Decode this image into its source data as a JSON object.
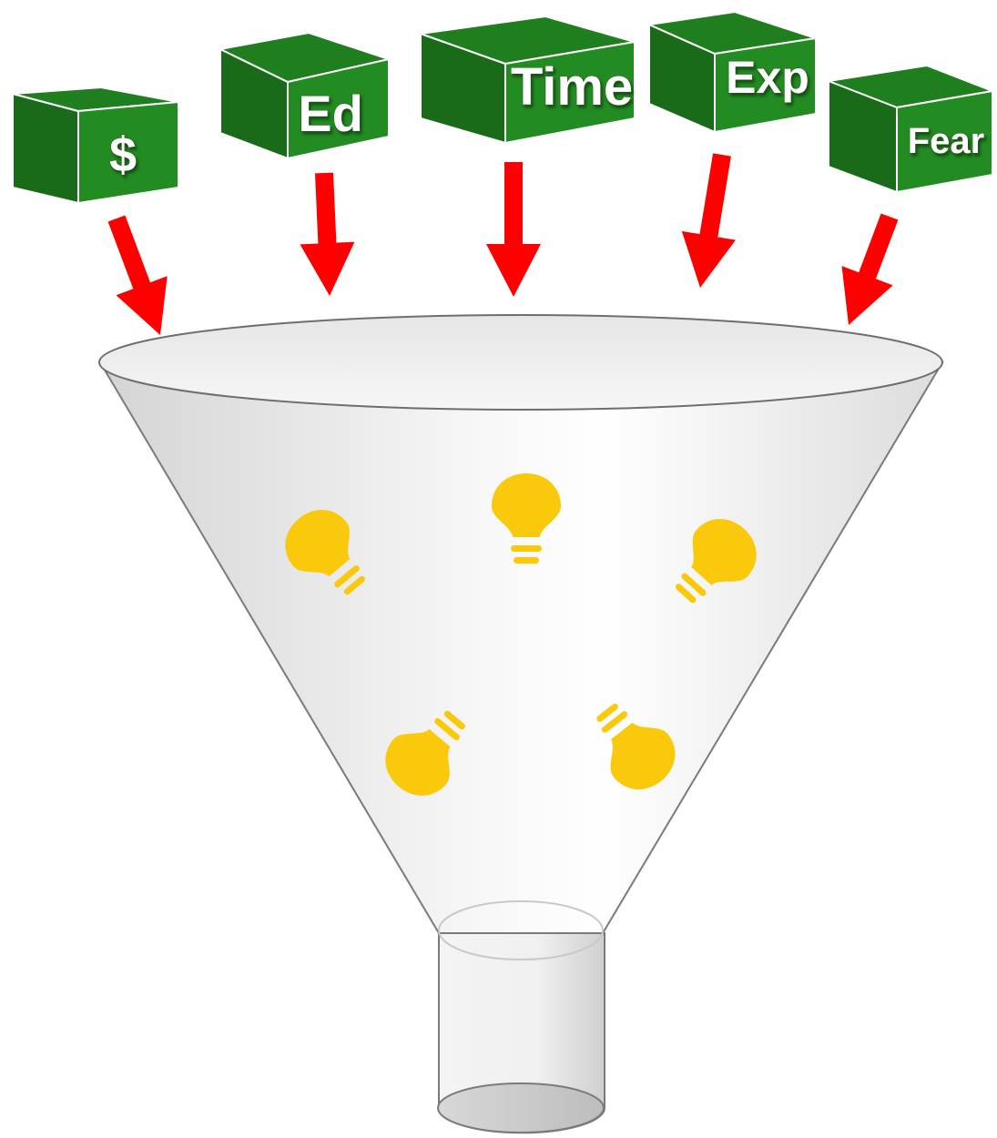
{
  "colors": {
    "box_front": "#228B22",
    "box_top": "#1f7f1f",
    "box_side": "#196b19",
    "box_edge": "#ffffff",
    "arrow": "#ff0000",
    "bulb": "#fbc90b",
    "funnel_stroke": "#777777",
    "funnel_fill_light": "#ffffff",
    "funnel_fill_dark": "#d8d8d8"
  },
  "inputs": [
    {
      "label": "$",
      "icon": "box"
    },
    {
      "label": "Ed",
      "icon": "box"
    },
    {
      "label": "Time",
      "icon": "box"
    },
    {
      "label": "Exp",
      "icon": "box"
    },
    {
      "label": "Fear",
      "icon": "box"
    }
  ],
  "arrow_icon": "arrow-down",
  "funnel_icon": "funnel",
  "bulbs": [
    {
      "icon": "lightbulb-icon"
    },
    {
      "icon": "lightbulb-icon"
    },
    {
      "icon": "lightbulb-icon"
    },
    {
      "icon": "lightbulb-icon"
    },
    {
      "icon": "lightbulb-icon"
    }
  ]
}
